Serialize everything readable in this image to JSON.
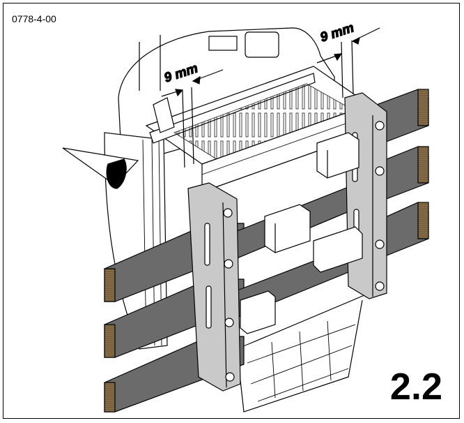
{
  "document_id": "0778-4-00",
  "figure_number": "2.2",
  "dimension_labels": {
    "top_right": "9 mm",
    "left": "9 mm"
  },
  "colors": {
    "busbar": "#6b6b6b",
    "busbar_end": "#8a6f4a",
    "housing": "#ffffff",
    "adapter": "#c9c9c9",
    "line": "#000000"
  }
}
